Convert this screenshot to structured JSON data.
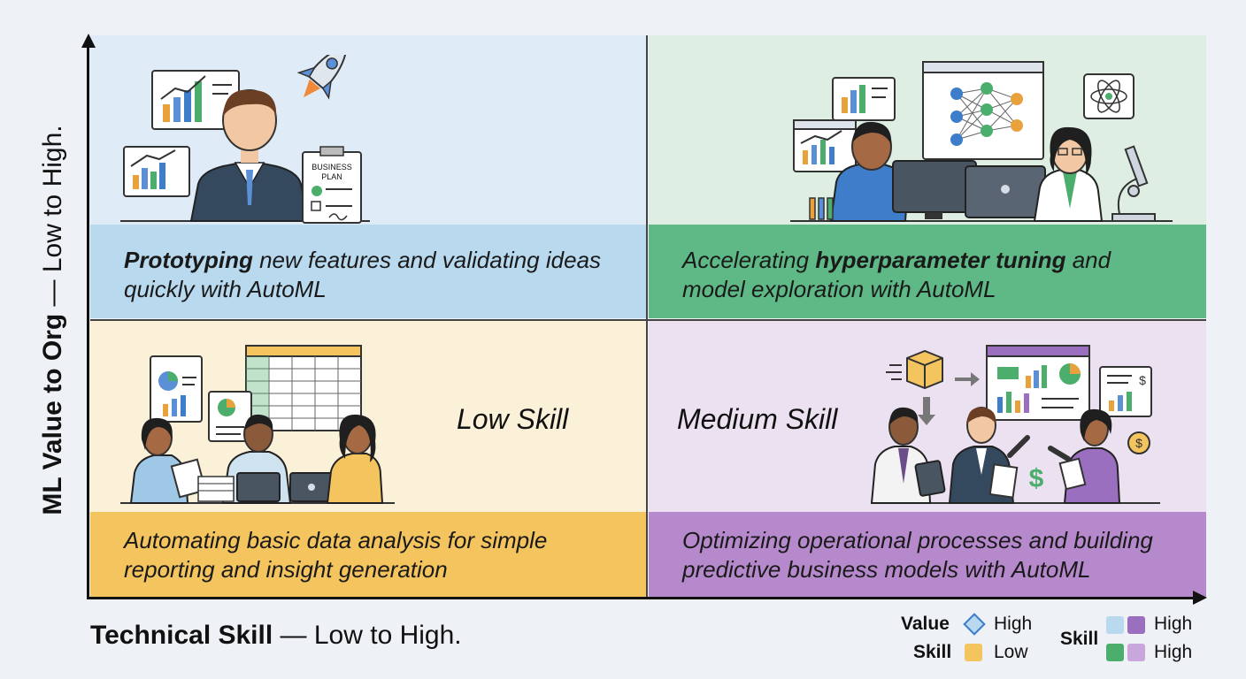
{
  "axes": {
    "y_label_bold": "ML Value to Org",
    "y_label_rest": " — Low to High.",
    "x_label_bold": "Technical Skill",
    "x_label_rest": " — Low to High."
  },
  "quadrants": {
    "top_left": {
      "band_bold": "Prototyping",
      "band_rest": " new features and validating ideas quickly with AutoML",
      "doc_label_1": "BUSINESS",
      "doc_label_2": "PLAN"
    },
    "top_right": {
      "band_pre": "Accelerating ",
      "band_bold": "hyperparameter tuning",
      "band_rest": " and model exploration with AutoML"
    },
    "bottom_left": {
      "skill": "Low Skill",
      "band": "Automating basic data analysis for simple reporting and insight generation"
    },
    "bottom_right": {
      "skill": "Medium Skill",
      "band": "Optimizing operational processes and building predictive business models with AutoML"
    }
  },
  "legend": {
    "value_label": "Value",
    "skill_label_left": "Skill",
    "high": "High",
    "low": "Low",
    "skill_label_right": "Skill",
    "high_1": "High",
    "high_2": "High"
  },
  "colors": {
    "light_blue": "#b9d9ef",
    "green": "#5fb986",
    "yellow": "#f4c45f",
    "purple": "#b689cd"
  }
}
